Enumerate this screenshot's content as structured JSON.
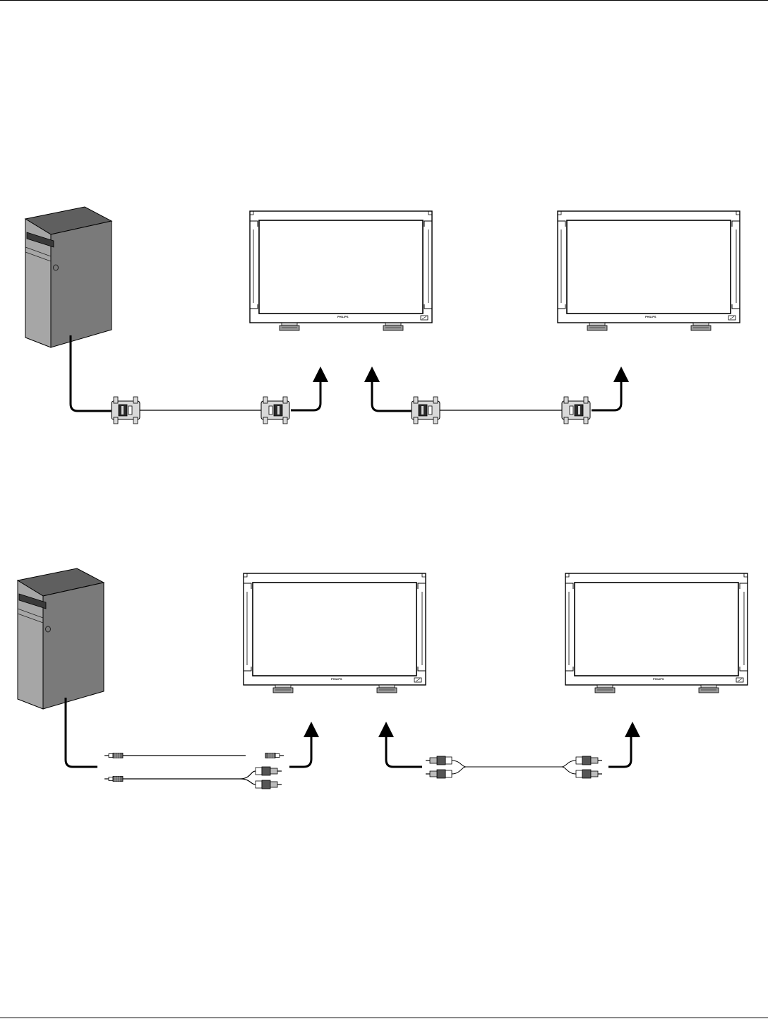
{
  "diagram": {
    "row1": {
      "pc_icon": "tower-pc-icon",
      "display_icon": "flat-panel-display-icon",
      "displays": [
        {
          "brand": "PHILIPS"
        },
        {
          "brand": "PHILIPS"
        }
      ],
      "cable_type": "vga-d-sub-cable"
    },
    "row2": {
      "pc_icon": "tower-pc-icon",
      "display_icon": "flat-panel-display-icon",
      "displays": [
        {
          "brand": "PHILIPS"
        },
        {
          "brand": "PHILIPS"
        }
      ],
      "cable_type": "audio-stereo-and-rca-cable"
    },
    "colors": {
      "line": "#000000",
      "pc_front": "#a6a6a6",
      "pc_side": "#7a7a7a",
      "pc_top": "#5f5f5f",
      "connector": "#d9d9d9"
    }
  }
}
